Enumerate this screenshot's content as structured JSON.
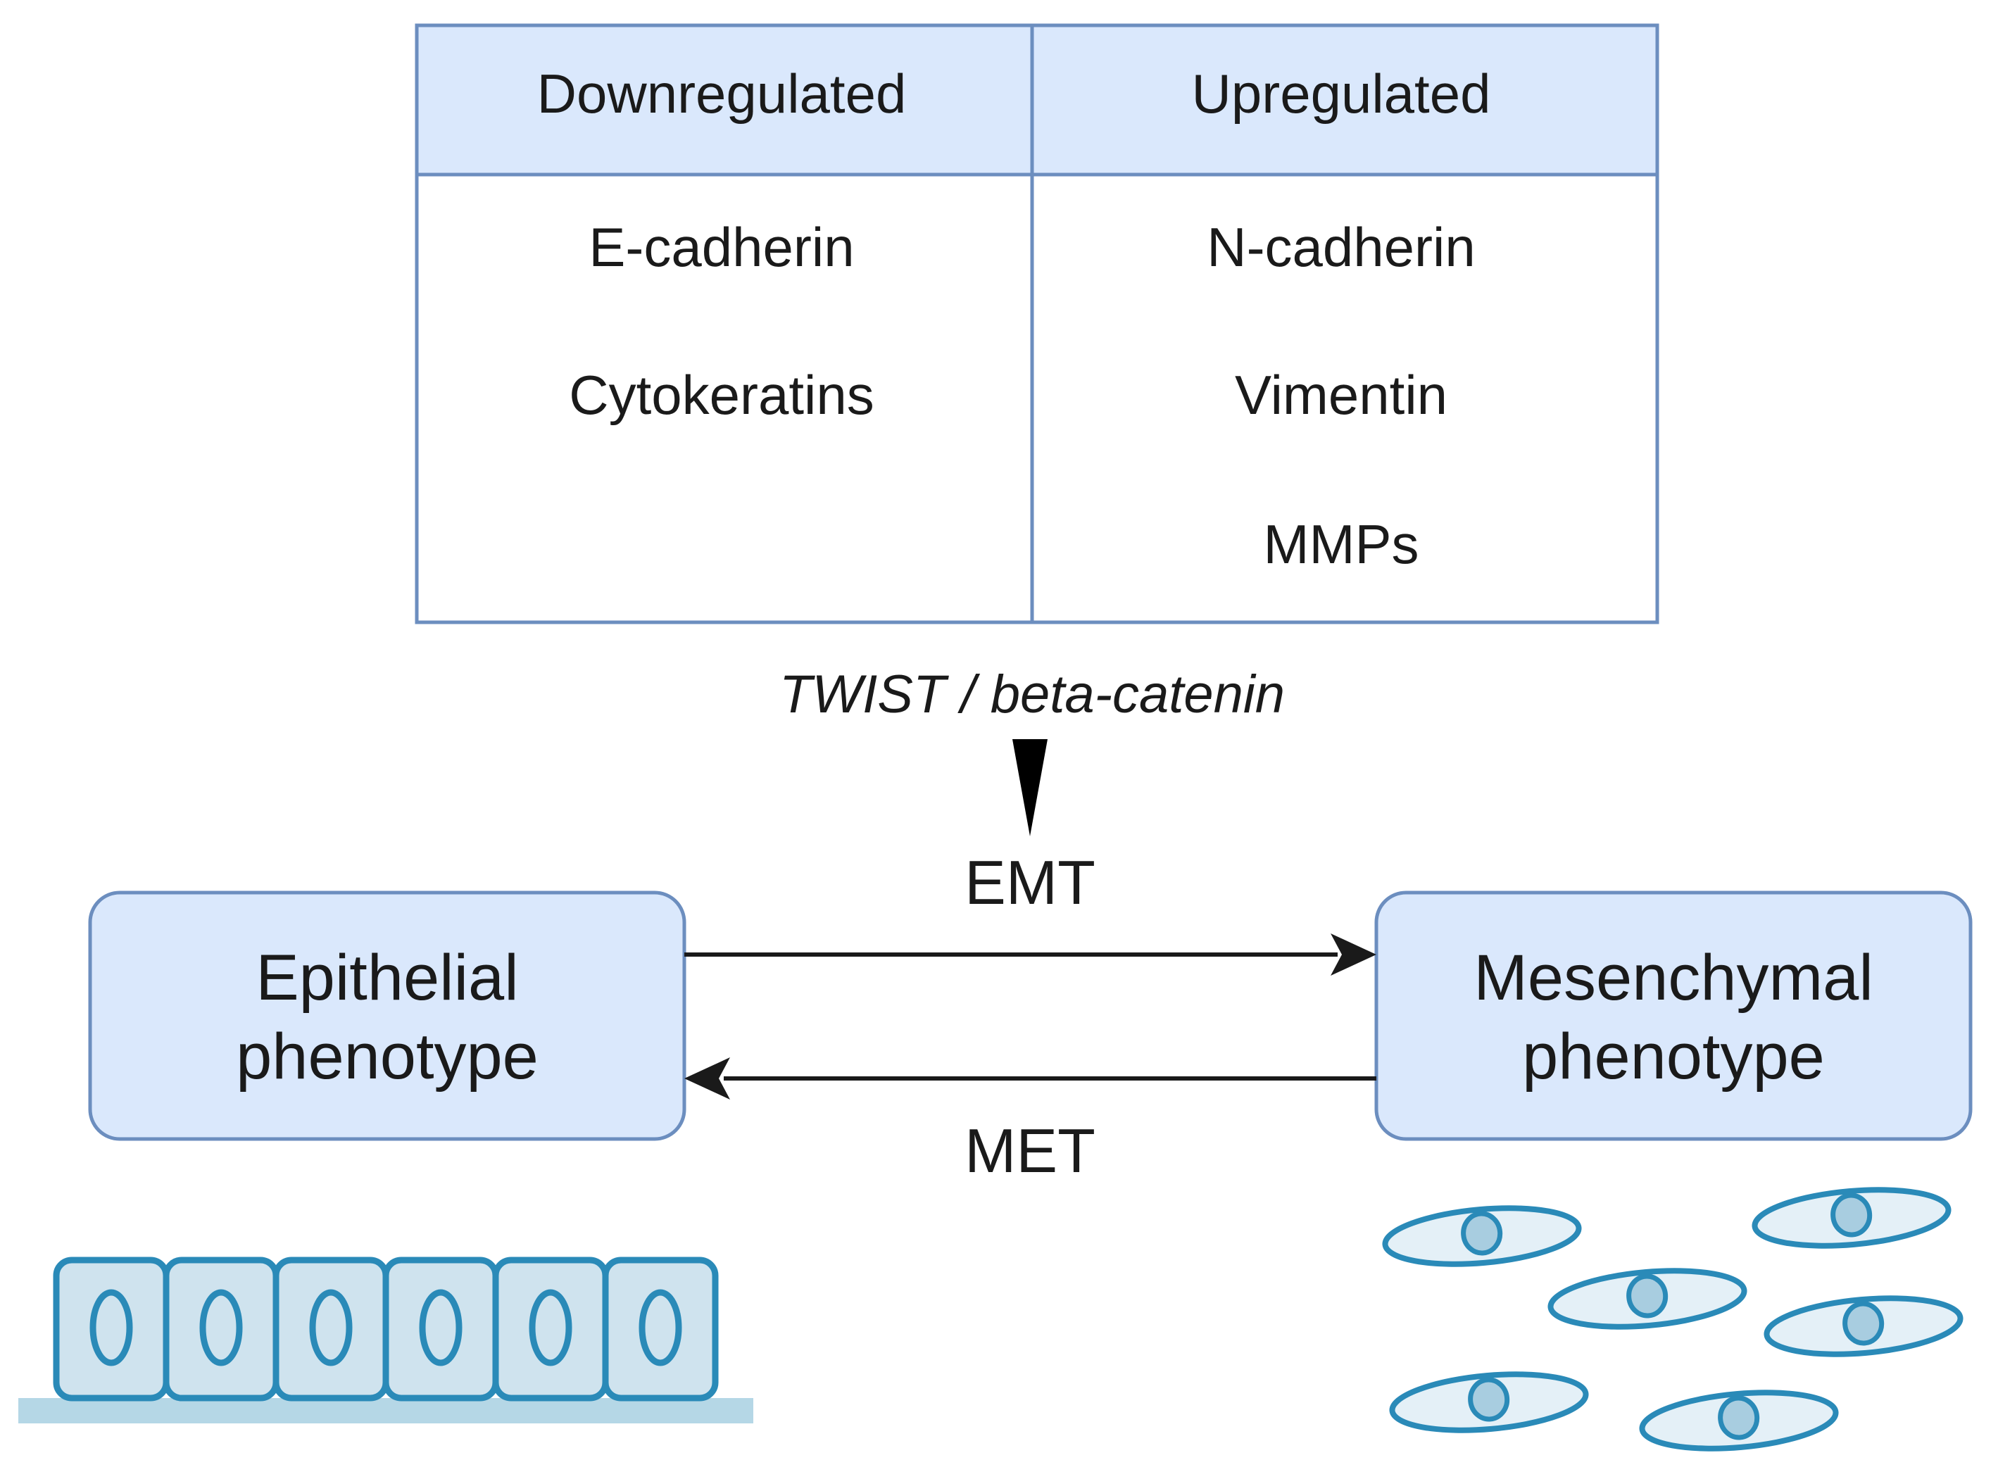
{
  "table": {
    "headers": [
      "Downregulated",
      "Upregulated"
    ],
    "downregulated": [
      "E-cadherin",
      "Cytokeratins"
    ],
    "upregulated": [
      "N-cadherin",
      "Vimentin",
      "MMPs"
    ]
  },
  "regulator": "TWIST / beta-catenin",
  "transitions": {
    "forward": "EMT",
    "reverse": "MET"
  },
  "epithelial": {
    "line1": "Epithelial",
    "line2": "phenotype",
    "cell_count": 6
  },
  "mesenchymal": {
    "line1": "Mesenchymal",
    "line2": "phenotype",
    "cell_count": 6
  },
  "colors": {
    "box_fill": "#dae8fc",
    "box_border": "#6c8ebf",
    "cell_stroke": "#2a8ab8",
    "cell_fill": "#cfe3ee",
    "basement": "#b5d7e6",
    "arrow": "#1a1a1a"
  }
}
